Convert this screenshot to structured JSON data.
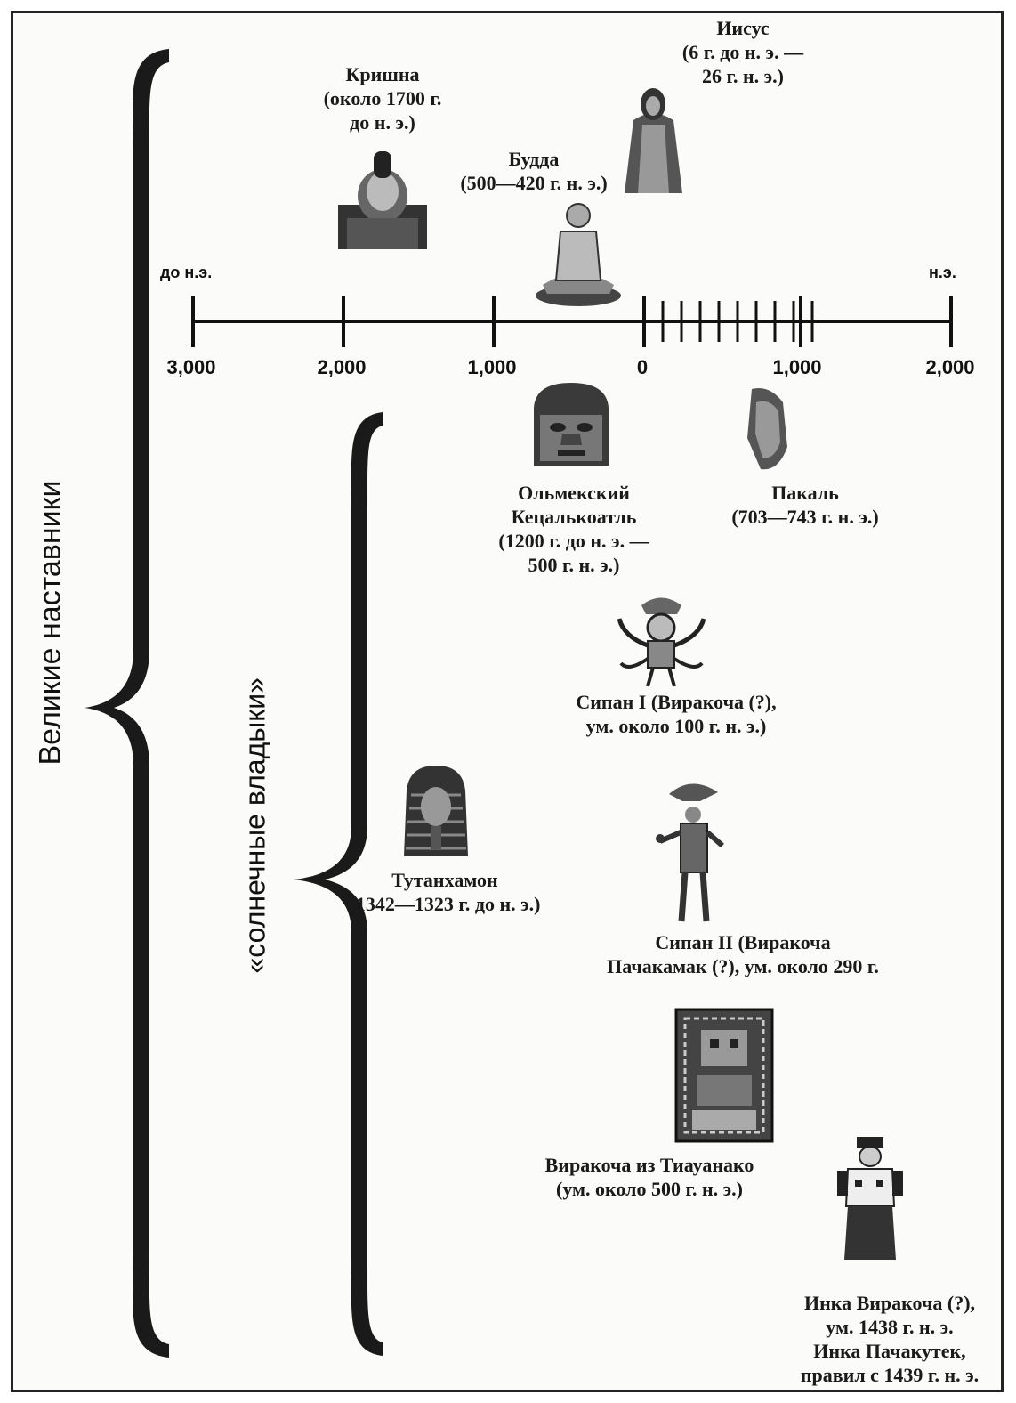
{
  "brace_labels": {
    "outer": "Великие наставники",
    "inner": "«солнечные владыки»"
  },
  "timeline": {
    "era_left": "до н.э.",
    "era_right": "н.э.",
    "ticks": [
      "3,000",
      "2,000",
      "1,000",
      "0",
      "1,000",
      "2,000"
    ]
  },
  "figures": {
    "krishna": [
      "Кришна",
      "(около 1700 г.",
      "до н. э.)"
    ],
    "jesus": [
      "Иисус",
      "(6 г. до н. э. —",
      "26 г. н. э.)"
    ],
    "buddha": [
      "Будда",
      "(500—420 г. н. э.)"
    ],
    "olmec": [
      "Ольмекский",
      "Кецалькоатль",
      "(1200 г. до н. э. —",
      "500 г. н. э.)"
    ],
    "pakal": [
      "Пакаль",
      "(703—743 г. н. э.)"
    ],
    "sipan1": [
      "Сипан I (Виракоча (?),",
      "ум. около 100 г. н. э.)"
    ],
    "tutankhamun": [
      "Тутанхамон",
      "(1342—1323 г. до н. э.)"
    ],
    "sipan2": [
      "Сипан II (Виракоча",
      "Пачакамак (?), ум. около 290 г."
    ],
    "tiwanaku": [
      "Виракоча из Тиауанако",
      "(ум. около 500 г. н. э.)"
    ],
    "inca": [
      "Инка Виракоча (?),",
      "ум. 1438 г. н. э.",
      "Инка Пачакутек,",
      "правил с 1439 г. н. э."
    ]
  }
}
